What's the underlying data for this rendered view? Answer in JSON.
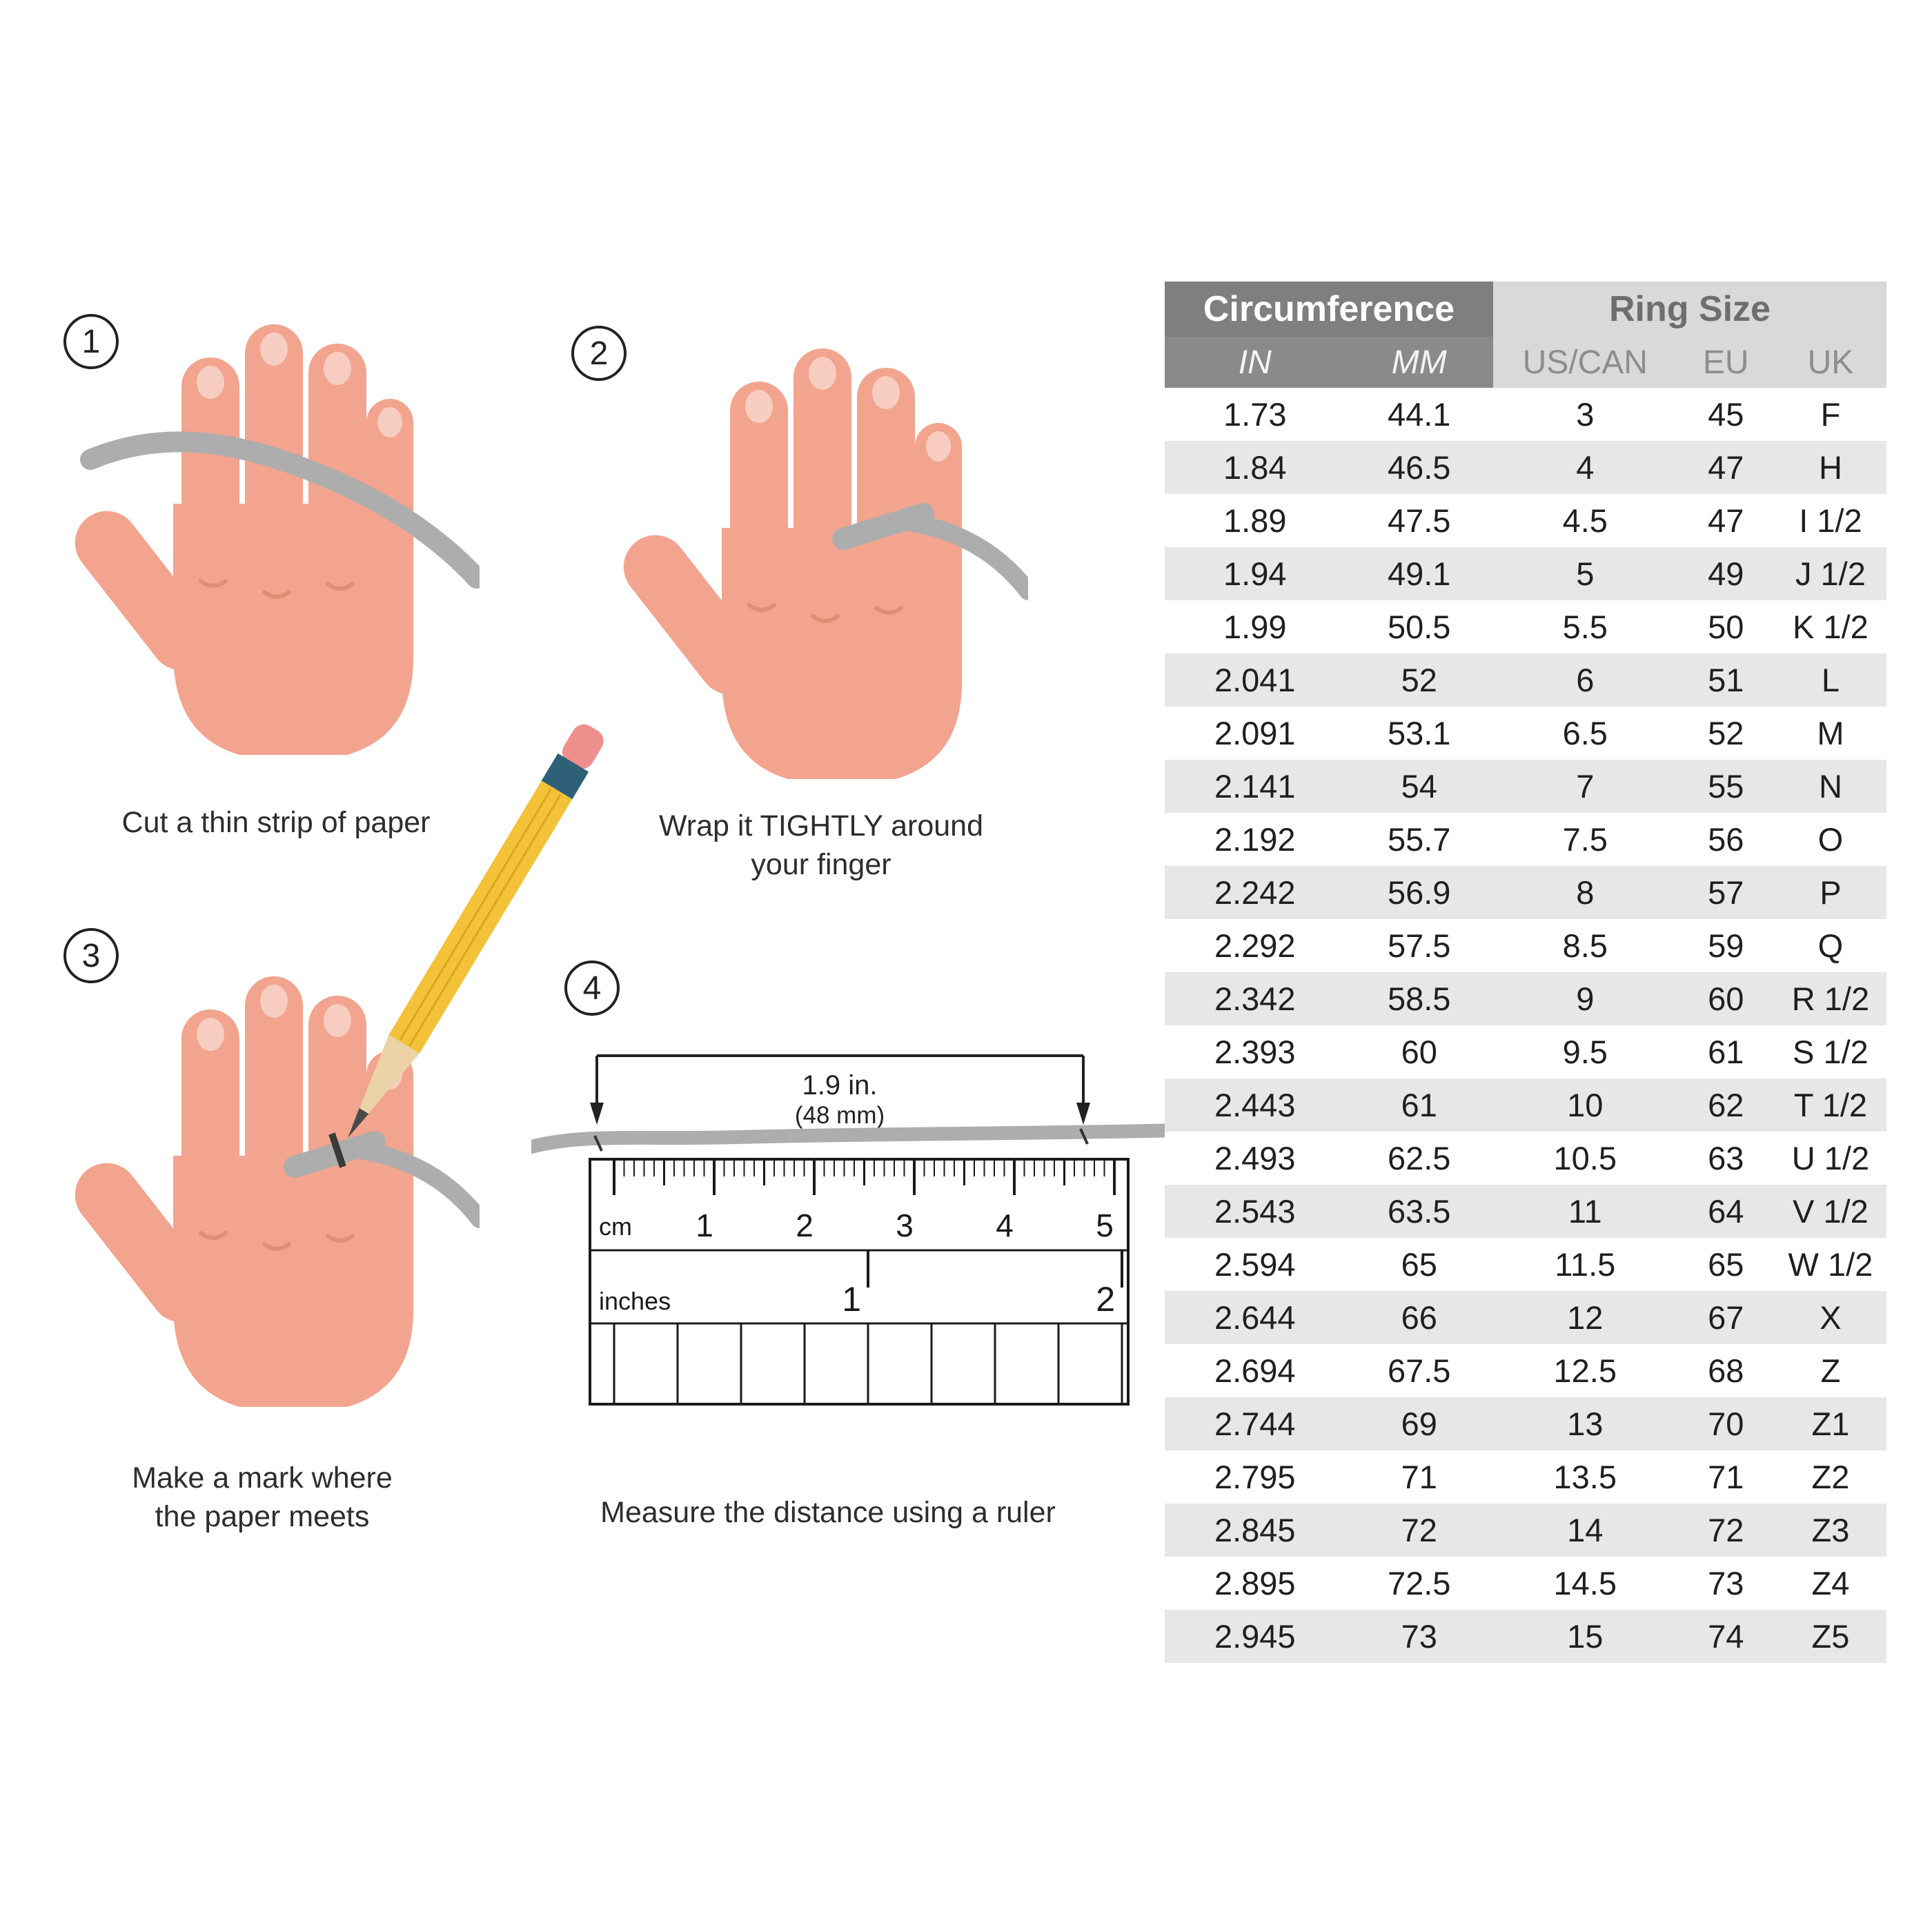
{
  "steps": [
    {
      "number": "1",
      "caption": "Cut a thin strip of paper"
    },
    {
      "number": "2",
      "caption": "Wrap it TIGHTLY around your finger"
    },
    {
      "number": "3",
      "caption": "Make a mark where the paper meets"
    },
    {
      "number": "4",
      "caption": "Measure the distance using a ruler"
    }
  ],
  "ruler": {
    "measurement_line1": "1.9 in.",
    "measurement_line2": "(48 mm)",
    "cm_unit": "cm",
    "inch_unit": "inches",
    "cm_labels": [
      "1",
      "2",
      "3",
      "4",
      "5"
    ],
    "inch_labels": [
      "1",
      "2"
    ]
  },
  "table": {
    "group_headers": [
      {
        "label": "Circumference",
        "span": 2
      },
      {
        "label": "Ring Size",
        "span": 3
      }
    ],
    "columns": [
      "IN",
      "MM",
      "US/CAN",
      "EU",
      "UK"
    ],
    "rows": [
      [
        "1.73",
        "44.1",
        "3",
        "45",
        "F"
      ],
      [
        "1.84",
        "46.5",
        "4",
        "47",
        "H"
      ],
      [
        "1.89",
        "47.5",
        "4.5",
        "47",
        "I 1/2"
      ],
      [
        "1.94",
        "49.1",
        "5",
        "49",
        "J 1/2"
      ],
      [
        "1.99",
        "50.5",
        "5.5",
        "50",
        "K 1/2"
      ],
      [
        "2.041",
        "52",
        "6",
        "51",
        "L"
      ],
      [
        "2.091",
        "53.1",
        "6.5",
        "52",
        "M"
      ],
      [
        "2.141",
        "54",
        "7",
        "55",
        "N"
      ],
      [
        "2.192",
        "55.7",
        "7.5",
        "56",
        "O"
      ],
      [
        "2.242",
        "56.9",
        "8",
        "57",
        "P"
      ],
      [
        "2.292",
        "57.5",
        "8.5",
        "59",
        "Q"
      ],
      [
        "2.342",
        "58.5",
        "9",
        "60",
        "R 1/2"
      ],
      [
        "2.393",
        "60",
        "9.5",
        "61",
        "S 1/2"
      ],
      [
        "2.443",
        "61",
        "10",
        "62",
        "T 1/2"
      ],
      [
        "2.493",
        "62.5",
        "10.5",
        "63",
        "U 1/2"
      ],
      [
        "2.543",
        "63.5",
        "11",
        "64",
        "V 1/2"
      ],
      [
        "2.594",
        "65",
        "11.5",
        "65",
        "W 1/2"
      ],
      [
        "2.644",
        "66",
        "12",
        "67",
        "X"
      ],
      [
        "2.694",
        "67.5",
        "12.5",
        "68",
        "Z"
      ],
      [
        "2.744",
        "69",
        "13",
        "70",
        "Z1"
      ],
      [
        "2.795",
        "71",
        "13.5",
        "71",
        "Z2"
      ],
      [
        "2.845",
        "72",
        "14",
        "72",
        "Z3"
      ],
      [
        "2.895",
        "72.5",
        "14.5",
        "73",
        "Z4"
      ],
      [
        "2.945",
        "73",
        "15",
        "74",
        "Z5"
      ]
    ]
  },
  "colors": {
    "header_dark": "#7f7f7f",
    "header_light": "#d9d9d9",
    "row_alt": "#e7e7e7",
    "skin": "#f2a48e",
    "nail": "#f8cdc1",
    "strip_gray": "#adadad",
    "pencil_yellow": "#f3c238",
    "pencil_band": "#2e6077",
    "pencil_eraser": "#ef8f8c",
    "pencil_wood": "#ecd2a7"
  }
}
